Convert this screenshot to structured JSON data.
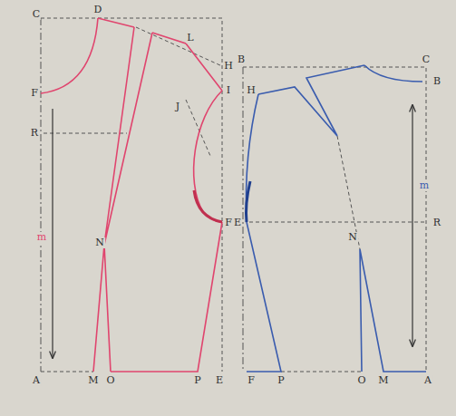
{
  "diagram": {
    "labels": [
      "C",
      "D",
      "L",
      "H",
      "I",
      "F",
      "R",
      "m",
      "N",
      "J",
      "F",
      "A",
      "M",
      "O",
      "P",
      "E",
      "B",
      "C",
      "B",
      "H",
      "E",
      "R",
      "m",
      "N",
      "F",
      "P",
      "O",
      "M",
      "A"
    ]
  }
}
